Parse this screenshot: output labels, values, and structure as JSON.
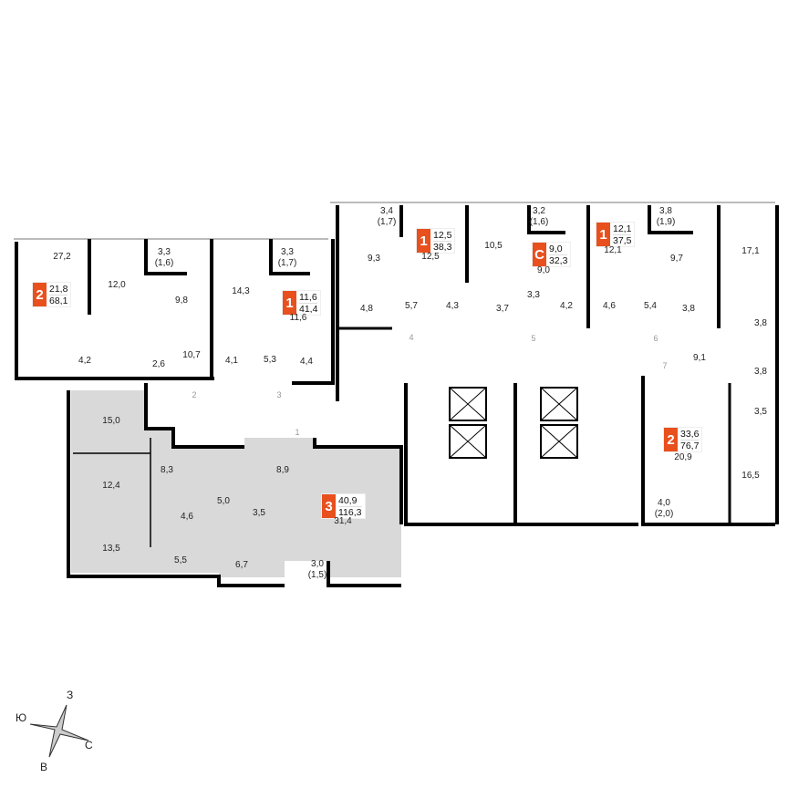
{
  "floor_plan": {
    "apartments": [
      {
        "rooms": "2",
        "living_area": "21,8",
        "total_area": "68,1"
      },
      {
        "rooms": "1",
        "living_area": "11,6",
        "total_area": "41,4"
      },
      {
        "rooms": "1",
        "living_area": "12,5",
        "total_area": "38,3"
      },
      {
        "rooms": "С",
        "living_area": "9,0",
        "total_area": "32,3"
      },
      {
        "rooms": "1",
        "living_area": "12,1",
        "total_area": "37,5"
      },
      {
        "rooms": "2",
        "living_area": "33,6",
        "total_area": "76,7"
      },
      {
        "rooms": "3",
        "living_area": "40,9",
        "total_area": "116,3"
      }
    ],
    "room_areas": [
      "27,2",
      "12,0",
      "9,8",
      "14,3",
      "11,6",
      "4,2",
      "2,6",
      "10,7",
      "4,1",
      "5,3",
      "4,4",
      "9,3",
      "12,5",
      "10,5",
      "9,0",
      "12,1",
      "9,7",
      "17,1",
      "4,8",
      "5,7",
      "4,3",
      "3,7",
      "3,3",
      "4,2",
      "4,6",
      "5,4",
      "3,8",
      "3,8",
      "9,1",
      "3,8",
      "15,0",
      "12,4",
      "13,5",
      "8,3",
      "8,9",
      "5,0",
      "4,6",
      "3,5",
      "31,4",
      "5,5",
      "6,7",
      "3,5",
      "20,9",
      "16,5"
    ],
    "balconies": [
      {
        "area": "3,3",
        "reduced": "(1,6)"
      },
      {
        "area": "3,3",
        "reduced": "(1,7)"
      },
      {
        "area": "3,4",
        "reduced": "(1,7)"
      },
      {
        "area": "3,2",
        "reduced": "(1,6)"
      },
      {
        "area": "3,8",
        "reduced": "(1,9)"
      },
      {
        "area": "3,0",
        "reduced": "(1,5)"
      },
      {
        "area": "4,0",
        "reduced": "(2,0)"
      }
    ],
    "entrances": [
      "1",
      "2",
      "3",
      "4",
      "5",
      "6",
      "7"
    ],
    "colors": {
      "badge": "#e8501e",
      "walls": "#000000",
      "highlight_fill": "#d9d9d9"
    }
  },
  "compass": {
    "north": "С",
    "south": "Ю",
    "west": "З",
    "east": "В"
  }
}
